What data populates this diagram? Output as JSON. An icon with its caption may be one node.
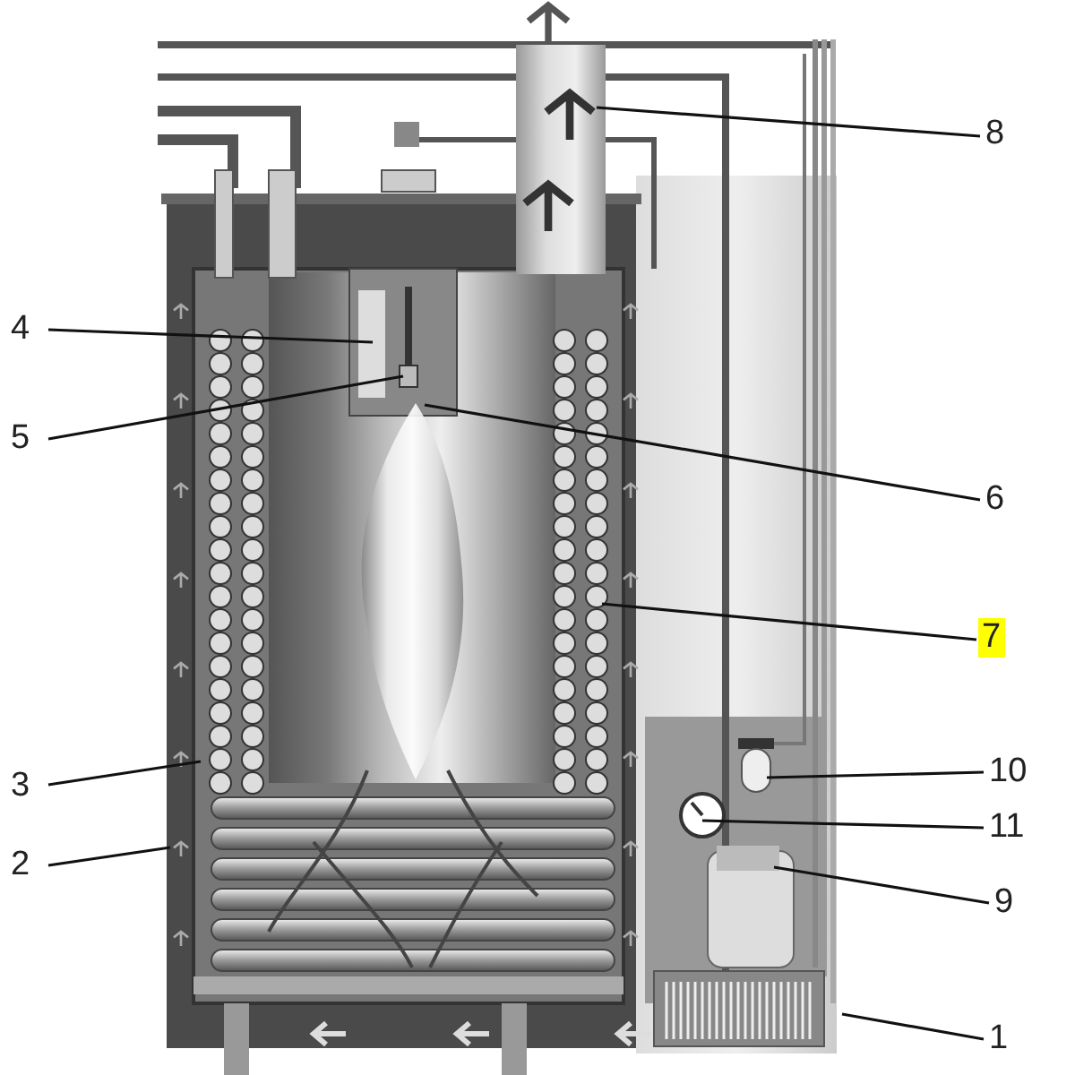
{
  "diagram": {
    "nodes": [
      {
        "text": [
          "8"
        ]
      },
      {
        "text": [
          "4"
        ]
      },
      {
        "text": [
          "5"
        ]
      },
      {
        "text": [
          "6"
        ]
      },
      {
        "text": [
          "7"
        ]
      },
      {
        "text": [
          "10"
        ]
      },
      {
        "text": [
          "3"
        ]
      },
      {
        "text": [
          "11"
        ]
      },
      {
        "text": [
          "2"
        ]
      },
      {
        "text": [
          "9"
        ]
      },
      {
        "text": [
          "1"
        ]
      }
    ],
    "edges": [
      {
        "from": 0,
        "to": null,
        "arrow": "none"
      },
      {
        "from": 1,
        "to": null,
        "arrow": "none"
      },
      {
        "from": 2,
        "to": null,
        "arrow": "none"
      },
      {
        "from": 3,
        "to": null,
        "arrow": "none"
      },
      {
        "from": 4,
        "to": null,
        "arrow": "none"
      },
      {
        "from": 5,
        "to": null,
        "arrow": "none"
      },
      {
        "from": 6,
        "to": null,
        "arrow": "none"
      },
      {
        "from": 7,
        "to": null,
        "arrow": "none"
      },
      {
        "from": 8,
        "to": null,
        "arrow": "none"
      },
      {
        "from": 9,
        "to": null,
        "arrow": "none"
      },
      {
        "from": 10,
        "to": null,
        "arrow": "none"
      }
    ]
  }
}
